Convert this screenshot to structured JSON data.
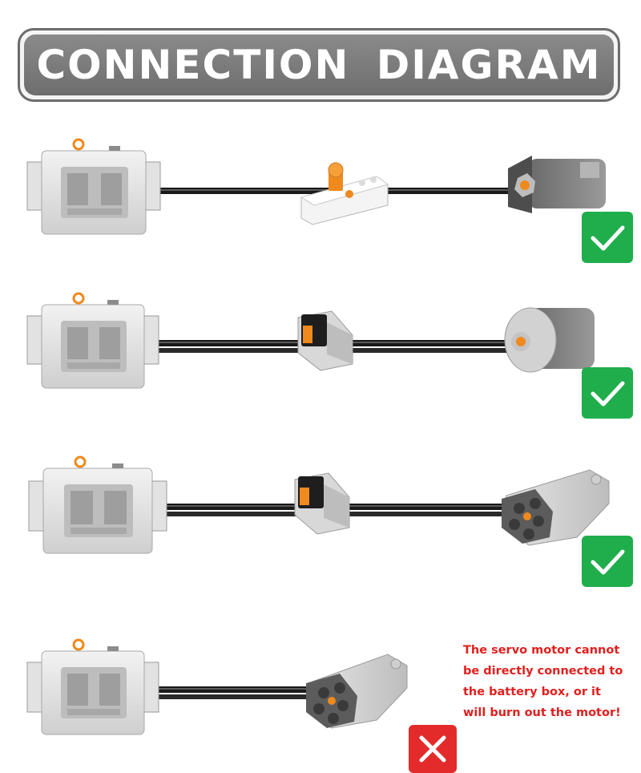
{
  "header": {
    "title": "CONNECTION  DIAGRAM"
  },
  "rows": [
    {
      "device": "battery box",
      "switch": "polarity switch",
      "motor": "L-motor",
      "result": "ok",
      "result_icon": "checkmark-icon"
    },
    {
      "device": "battery box",
      "switch": "IR receiver",
      "motor": "XL-motor",
      "result": "ok",
      "result_icon": "checkmark-icon"
    },
    {
      "device": "battery box",
      "switch": "IR receiver",
      "motor": "servo motor",
      "result": "ok",
      "result_icon": "checkmark-icon"
    },
    {
      "device": "battery box",
      "switch": "",
      "motor": "servo motor",
      "result": "not allowed",
      "result_icon": "cross-icon"
    }
  ],
  "warning": {
    "lines": [
      "The servo motor cannot",
      "be directly connected to",
      "the battery box, or it",
      "will burn out the motor!"
    ]
  },
  "colors": {
    "ok": "#1fae4b",
    "not_ok": "#e32b2b",
    "warning_text": "#e0201f",
    "accent_orange": "#f08a1c"
  }
}
